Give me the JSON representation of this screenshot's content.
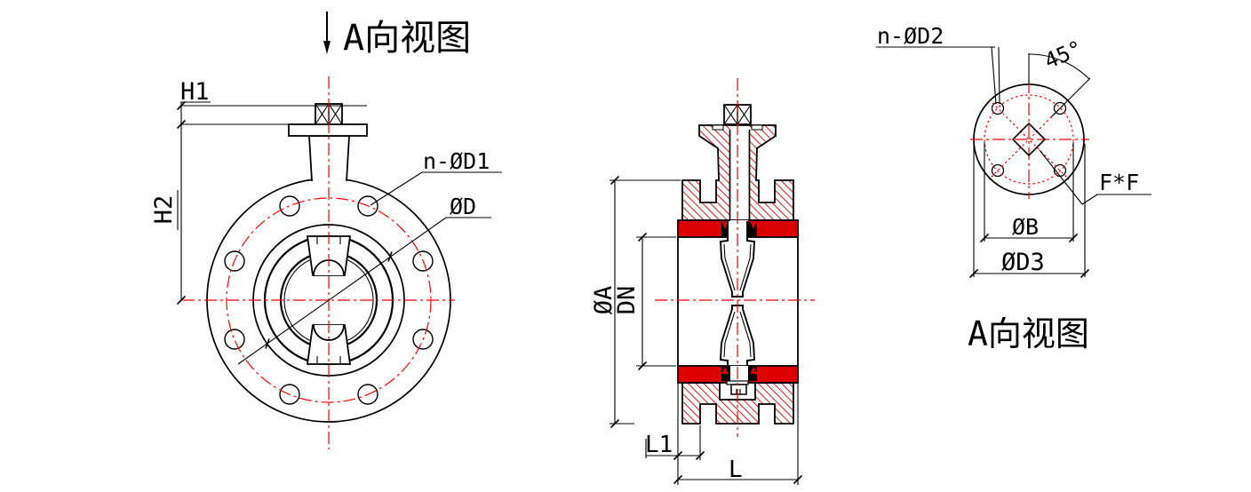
{
  "drawing": {
    "top_label": "A向视图",
    "front_view": {
      "dim_h1": "H1",
      "dim_h2": "H2",
      "dim_bolt_holes": "n-ØD1",
      "dim_flange_od": "ØD"
    },
    "section_view": {
      "dim_body_od": "ØA",
      "dim_bore": "DN",
      "dim_l1": "L1",
      "dim_length": "L"
    },
    "a_view": {
      "dim_bolt_holes": "n-ØD2",
      "dim_angle": "45°",
      "dim_square": "F*F",
      "dim_bolt_circle": "ØB",
      "dim_flange_od": "ØD3",
      "caption": "A向视图"
    },
    "colors": {
      "line": "#000000",
      "centerline": "#ff0000",
      "hatch": "#e00000",
      "seat_fill": "#dd0000"
    }
  }
}
